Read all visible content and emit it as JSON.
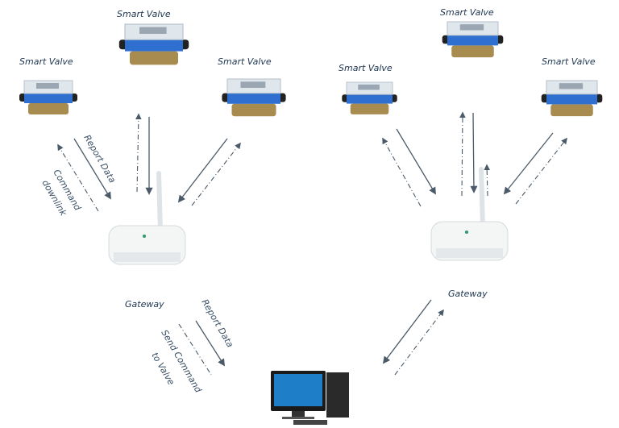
{
  "valve_label": "Smart Valve",
  "gateway_label": "Gateway",
  "report_label": "Report Data",
  "command_label": "Command",
  "downlink_label": "downlink",
  "send_label": "Send Command",
  "to_valve_label": "to Valve",
  "colors": {
    "valve_top": "#dfe6ec",
    "valve_band": "#2f6fd0",
    "valve_base": "#a88b4e",
    "arrow": "#4a5a68",
    "text": "#1d3550"
  }
}
